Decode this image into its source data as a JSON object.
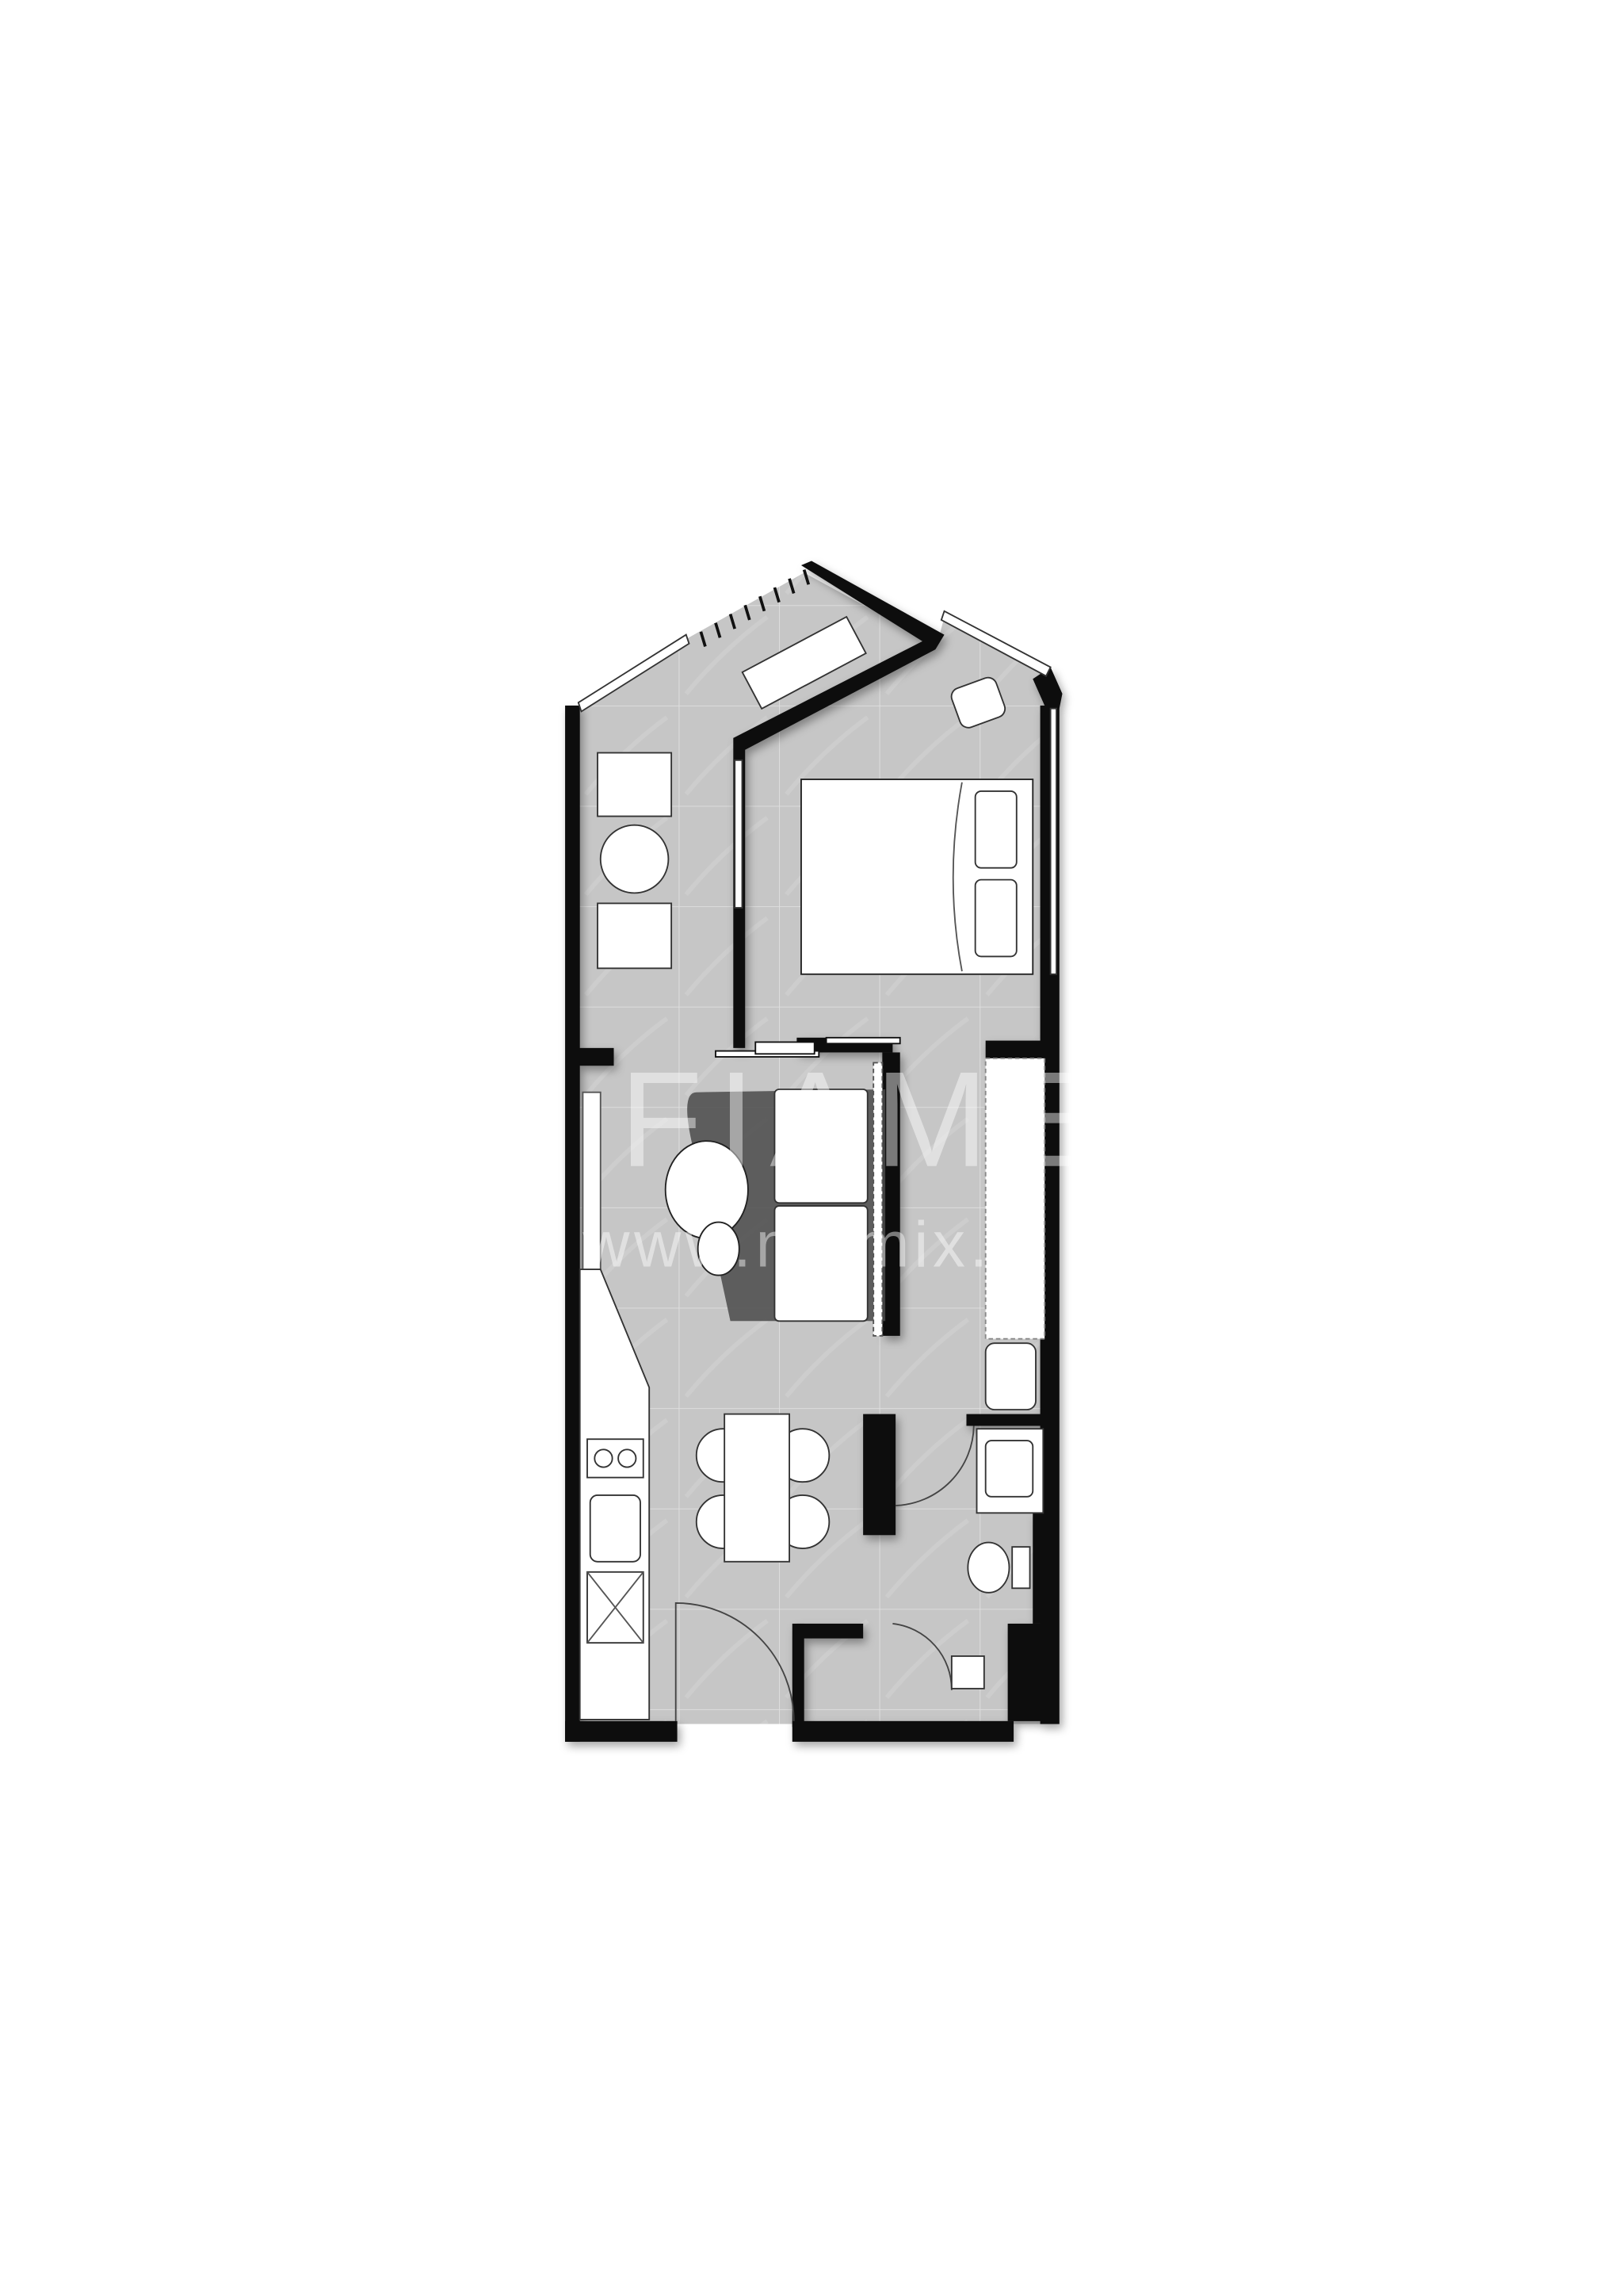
{
  "watermark": {
    "logo": "FIAME",
    "url": "www.mitmix.s"
  },
  "colors": {
    "wall": "#0a0a0a",
    "floor": "#c6c6c6",
    "tile_line": "#e2e2e2",
    "furniture": "#ffffff",
    "rug": "#4a4a4a"
  },
  "rooms": [
    "bedroom",
    "balcony",
    "dining-nook",
    "living",
    "kitchen",
    "dining",
    "bathroom",
    "entry"
  ]
}
